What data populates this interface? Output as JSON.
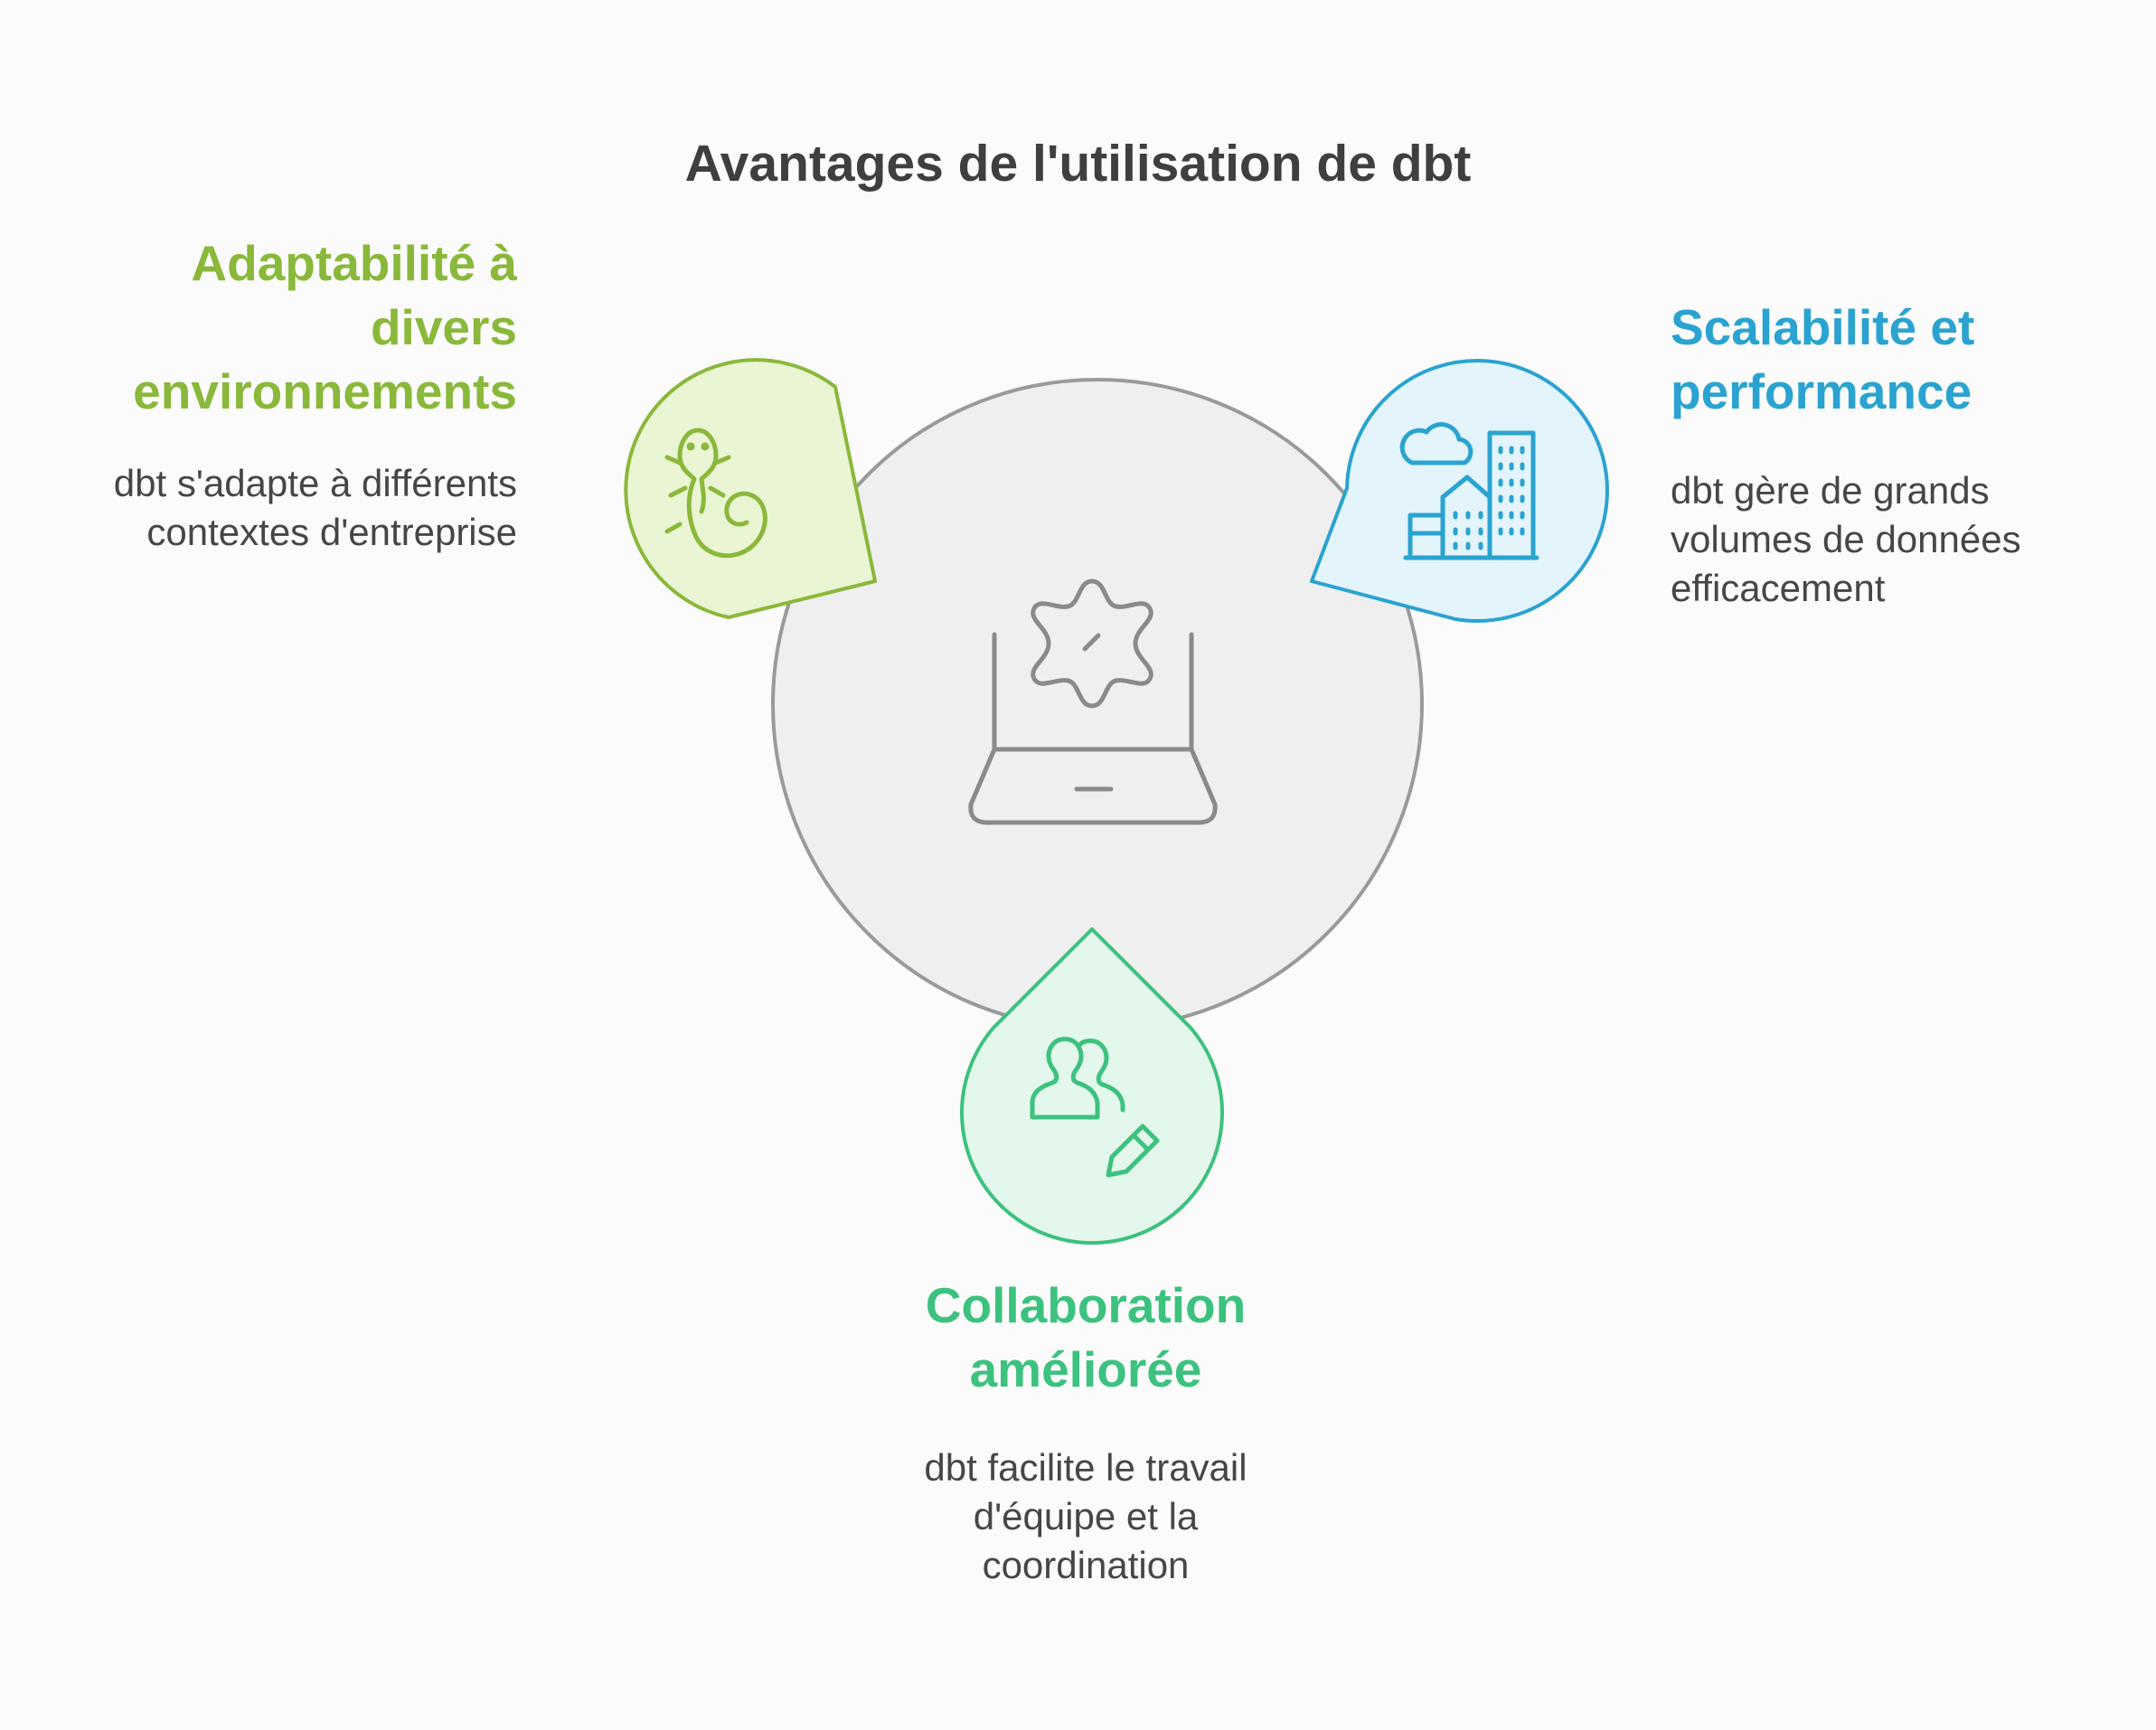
{
  "title": "Avantages de l'utilisation de dbt",
  "center": {
    "icon": "laptop-gear-icon"
  },
  "items": [
    {
      "heading_lines": [
        "Adaptabilité à",
        "divers",
        "environnements"
      ],
      "description_lines": [
        "dbt s'adapte à différents",
        "contextes d'entreprise"
      ],
      "color": "#8ab83a",
      "fill": "#eaf5d3",
      "icon": "lizard-icon"
    },
    {
      "heading_lines": [
        "Scalabilité et",
        "performance"
      ],
      "description_lines": [
        "dbt gère de grands",
        "volumes de données",
        "efficacement"
      ],
      "color": "#2aa3d0",
      "fill": "#e3f4fc",
      "icon": "city-cloud-icon"
    },
    {
      "heading_lines": [
        "Collaboration",
        "améliorée"
      ],
      "description_lines": [
        "dbt facilite le travail",
        "d'équipe et la",
        "coordination"
      ],
      "color": "#3cc27e",
      "fill": "#e4f7ec",
      "icon": "users-edit-icon"
    }
  ],
  "colors": {
    "circle_fill": "#efefef",
    "circle_stroke": "#9a9a9a",
    "title": "#3f3f3f",
    "text": "#464646"
  }
}
